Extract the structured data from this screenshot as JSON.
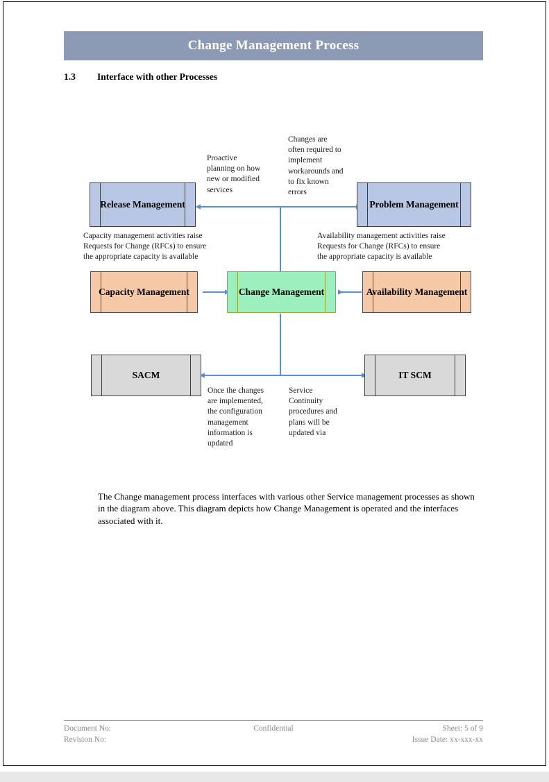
{
  "header": {
    "title": "Change Management Process"
  },
  "section": {
    "number": "1.3",
    "heading": "Interface with other Processes"
  },
  "diagram": {
    "boxes": [
      {
        "id": "release",
        "label": "Release\nManagement",
        "color": "#b8c7e4",
        "style": "blue"
      },
      {
        "id": "problem",
        "label": "Problem\nManagement",
        "color": "#b8c7e4",
        "style": "blue"
      },
      {
        "id": "capacity",
        "label": "Capacity\nManagement",
        "color": "#f5c9a8",
        "style": "peach"
      },
      {
        "id": "change",
        "label": "Change\nManagement",
        "color": "#9cf0bd",
        "style": "green"
      },
      {
        "id": "availability",
        "label": "Availability\nManagement",
        "color": "#f5c9a8",
        "style": "peach"
      },
      {
        "id": "sacm",
        "label": "SACM",
        "color": "#d9d9d9",
        "style": "gray"
      },
      {
        "id": "itscm",
        "label": "IT SCM",
        "color": "#d9d9d9",
        "style": "gray"
      }
    ],
    "annotations": [
      {
        "id": "proactive",
        "text": "Proactive\nplanning on how\nnew or modified\nservices"
      },
      {
        "id": "changes-req",
        "text": "Changes are\noften required to\nimplement\nworkarounds and\nto fix known\nerrors"
      },
      {
        "id": "capacity-rfc",
        "text": "Capacity management activities raise\nRequests for Change (RFCs) to ensure\nthe appropriate capacity is available"
      },
      {
        "id": "avail-rfc",
        "text": "Availability management activities raise\nRequests for Change (RFCs) to ensure\nthe appropriate capacity is available"
      },
      {
        "id": "config-upd",
        "text": "Once the changes\nare implemented,\nthe configuration\nmanagement\ninformation is\nupdated"
      },
      {
        "id": "continuity",
        "text": "Service\nContinuity\nprocedures and\nplans will be\nupdated via"
      }
    ],
    "arrow_color": "#5b8cd6"
  },
  "body": {
    "paragraph": "The Change management process interfaces with various other Service management processes as shown in the diagram above. This diagram depicts how Change Management is operated and the interfaces associated with it."
  },
  "footer": {
    "document_no": "Document No:",
    "revision_no": "Revision No:",
    "confidential": "Confidential",
    "sheet": "Sheet: 5 of 9",
    "issue_date": "Issue Date: xx-xxx-xx"
  }
}
